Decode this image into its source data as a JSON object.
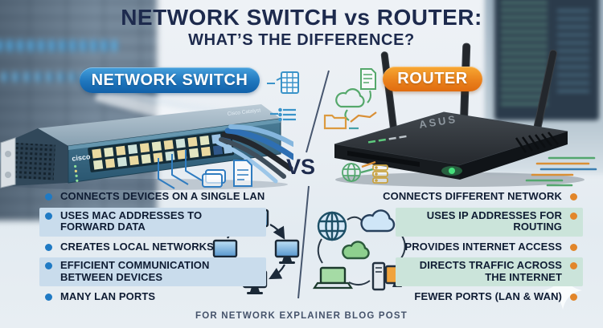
{
  "title": {
    "line1": "NETWORK SWITCH vs ROUTER:",
    "line2": "WHAT’S THE DIFFERENCE?"
  },
  "badges": {
    "network_switch": "NETWORK SWITCH",
    "router": "ROUTER"
  },
  "center": {
    "vs": "VS"
  },
  "devices": {
    "switch_brand": "cisco",
    "switch_model": "Cisco Catalyst",
    "router_brand": "ASUS"
  },
  "switch_column": {
    "items": [
      {
        "text": "CONNECTS DEVICES ON A SINGLE LAN",
        "highlighted": false
      },
      {
        "text": "USES MAC ADDRESSES TO FORWARD DATA",
        "highlighted": true
      },
      {
        "text": "CREATES LOCAL NETWORKS",
        "highlighted": false
      },
      {
        "text": "EFFICIENT COMMUNICATION BETWEEN DEVICES",
        "highlighted": true
      },
      {
        "text": "MANY LAN PORTS",
        "highlighted": false
      }
    ]
  },
  "router_column": {
    "items": [
      {
        "text": "CONNECTS DIFFERENT NETWORK",
        "highlighted": false
      },
      {
        "text": "USES IP ADDRESSES FOR ROUTING",
        "highlighted": true
      },
      {
        "text": "PROVIDES INTERNET ACCESS",
        "highlighted": false
      },
      {
        "text": "DIRECTS TRAFFIC ACROSS THE INTERNET",
        "highlighted": true
      },
      {
        "text": "FEWER PORTS (LAN & WAN)",
        "highlighted": false
      }
    ]
  },
  "footer": {
    "caption": "FOR NETWORK EXPLAINER BLOG POST"
  },
  "colors": {
    "title_navy": "#1d2a4d",
    "switch_accent": "#1f7ac4",
    "router_accent": "#e2862a",
    "switch_highlight": "#c9dcec",
    "router_highlight": "#cbe4da"
  },
  "icons": {
    "left": [
      "document-icon",
      "copy-pages-icon",
      "list-icon",
      "spreadsheet-doc-icon",
      "lan-ring-monitors-diagram"
    ],
    "right": [
      "cloud-icon",
      "document-icon",
      "folder-icon",
      "globe-icon",
      "server-stack-icon",
      "internet-cloud-diagram",
      "sparkle-icon"
    ]
  }
}
